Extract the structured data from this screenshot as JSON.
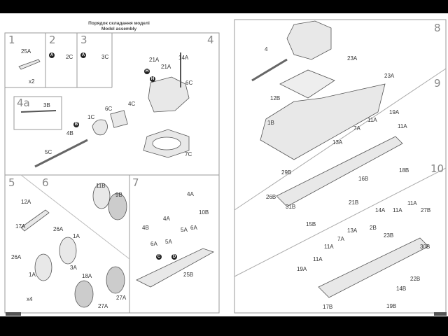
{
  "header": {
    "title_ua": "Порядок складання моделі",
    "title_en": "Model assembly"
  },
  "steps": [
    "1",
    "2",
    "3",
    "4",
    "4a",
    "5",
    "6",
    "7",
    "8",
    "9",
    "10"
  ],
  "markers": [
    "A",
    "A",
    "B",
    "H",
    "H",
    "C",
    "D",
    "x2",
    "x4"
  ],
  "left_labels": [
    "25A",
    "2C",
    "3C",
    "21A",
    "21A",
    "14A",
    "6C",
    "6C",
    "4C",
    "1C",
    "4B",
    "5C",
    "7C",
    "3B",
    "12A",
    "17A",
    "26A",
    "26A",
    "1A",
    "1A",
    "3A",
    "18A",
    "11B",
    "9B",
    "27A",
    "27A",
    "4A",
    "10B",
    "4A",
    "4B",
    "5A",
    "6A",
    "6A",
    "5A",
    "25B"
  ],
  "right_labels": [
    "4",
    "23A",
    "12B",
    "23A",
    "1B",
    "19A",
    "11A",
    "11A",
    "7A",
    "13A",
    "29B",
    "18B",
    "26B",
    "31B",
    "16B",
    "21B",
    "15B",
    "14A",
    "11A",
    "11A",
    "27B",
    "23B",
    "2B",
    "13A",
    "7A",
    "30B",
    "11A",
    "11A",
    "19A",
    "22B",
    "14B",
    "17B",
    "19B"
  ]
}
